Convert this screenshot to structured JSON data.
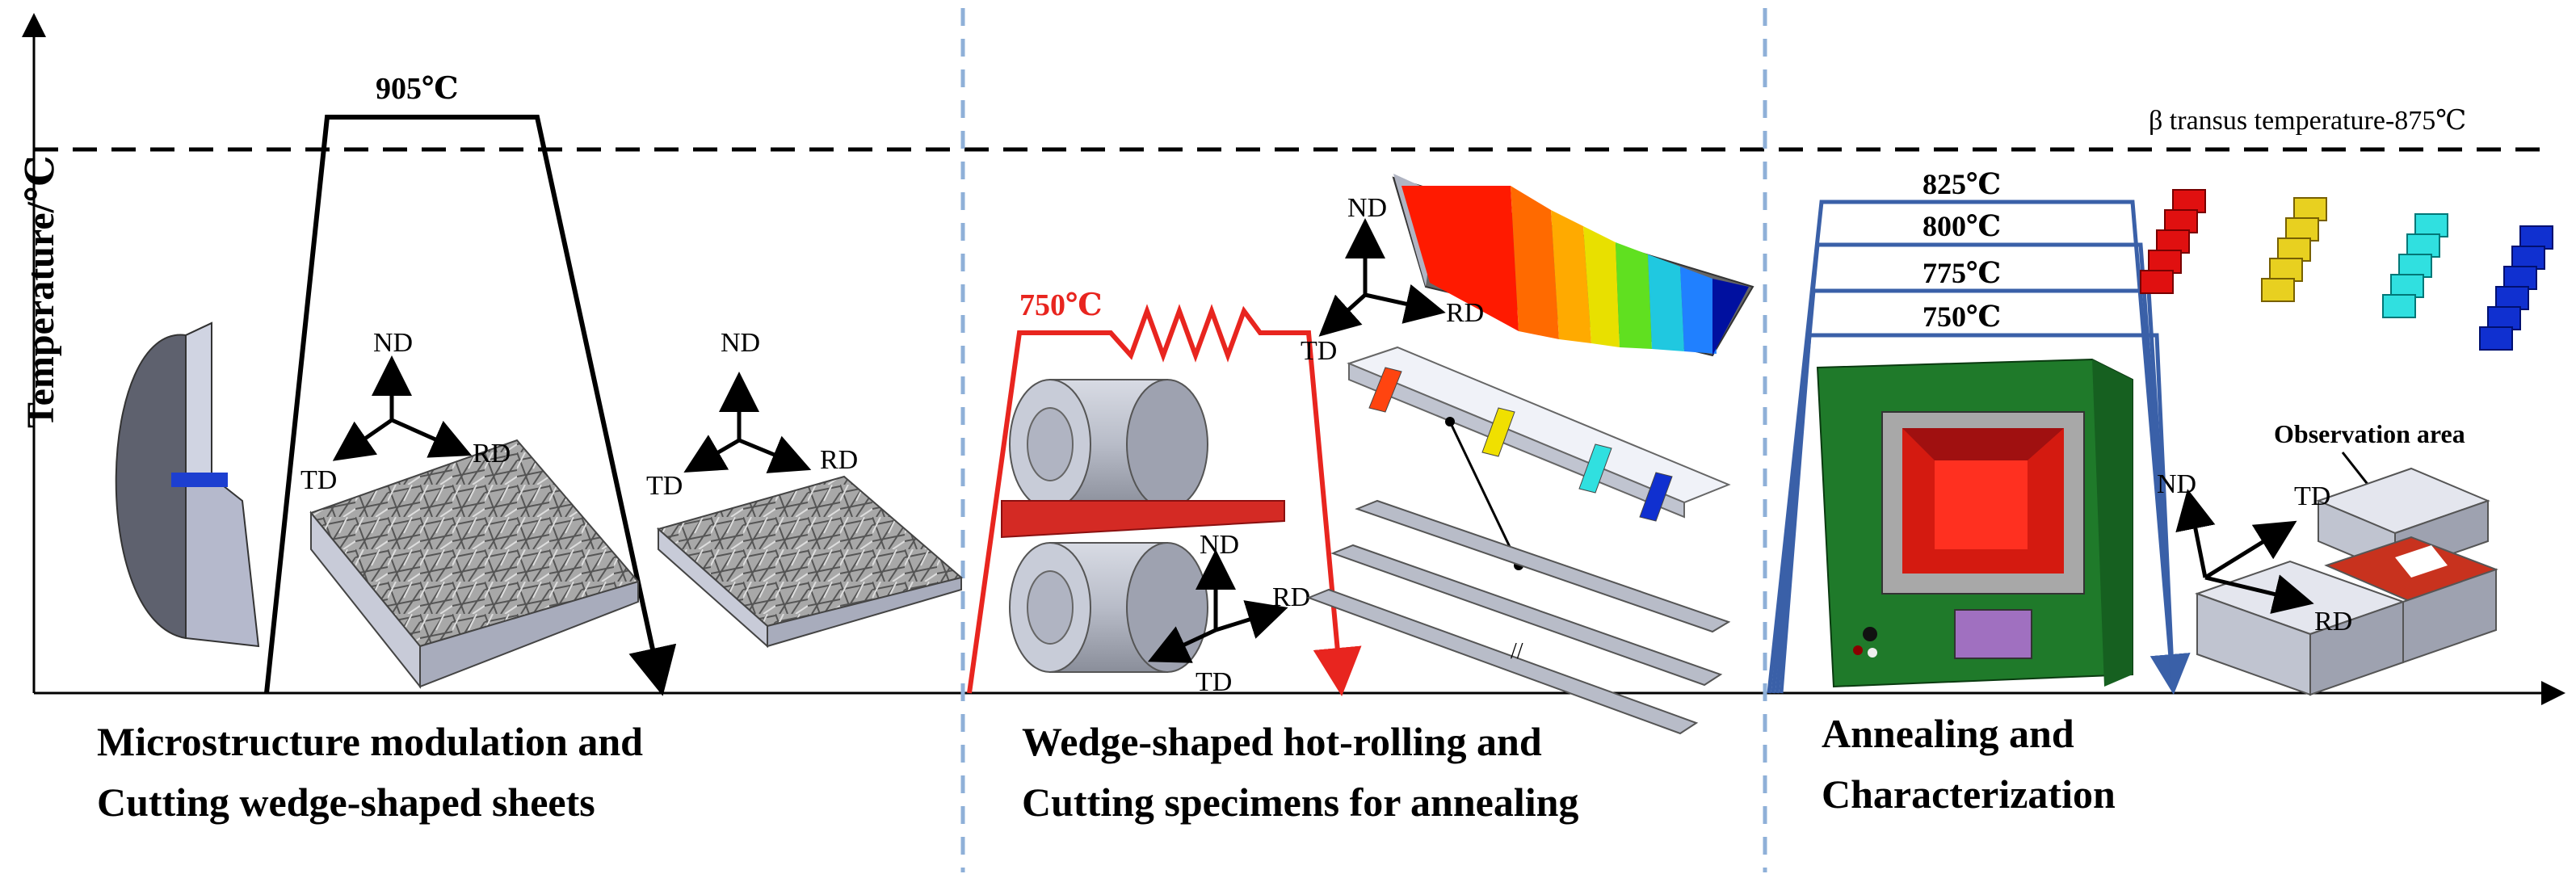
{
  "axis": {
    "y_label": "Temperature/℃"
  },
  "reference_line": {
    "label": "β transus temperature-875℃"
  },
  "stage1": {
    "temp_label": "905℃",
    "caption_line1": "Microstructure modulation and",
    "caption_line2": "Cutting wedge-shaped sheets"
  },
  "stage2": {
    "temp_label": "750℃",
    "caption_line1": "Wedge-shaped hot-rolling and",
    "caption_line2": "Cutting specimens for annealing"
  },
  "stage3": {
    "temps": [
      "825℃",
      "800℃",
      "775℃",
      "750℃"
    ],
    "caption_line1": "Annealing and",
    "caption_line2": "Characterization",
    "observation_label": "Observation area"
  },
  "directions": {
    "nd": "ND",
    "rd": "RD",
    "td": "TD"
  },
  "colors": {
    "stage1_profile": "#000000",
    "stage2_profile": "#e8251f",
    "stage3_profile": "#3a60a8",
    "divider": "#8fb0d8",
    "furnace": "#1f7a2a",
    "specimen_red": "#e01010",
    "specimen_yellow": "#e8d020",
    "specimen_cyan": "#30e0e0",
    "specimen_blue": "#1030d0"
  }
}
